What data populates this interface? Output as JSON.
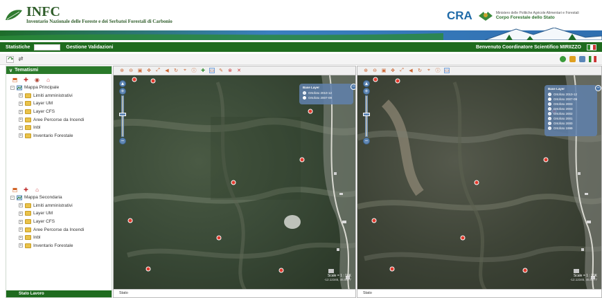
{
  "header": {
    "logo_title": "INFC",
    "logo_subtitle": "Inventario Nazionale delle Foreste e dei Serbatoi Forestali di Carbonio",
    "partner_logo": "CRA",
    "partner_small": "Ministero delle Politiche Agricole Alimentari e Forestali",
    "partner_big": "Corpo Forestale dello Stato"
  },
  "nav": {
    "item1": "Statistiche",
    "item2": "Gestione Validazioni",
    "welcome": "Benvenuto Coordinatore Scientifico MIRIIZZO"
  },
  "left_panel": {
    "title": "Tematismi",
    "primary_root": "Mappa Principale",
    "primary_items": [
      "Limiti amministrativi",
      "Layer UM",
      "Layer CFS",
      "Aree Percorse da Incendi",
      "Inventario Forestale"
    ],
    "primary_items_mid": "Inbl",
    "secondary_root": "Mappa Secondaria",
    "secondary_items": [
      "Limiti amministrativi",
      "Layer UM",
      "Layer CFS",
      "Aree Percorse da Incendi",
      "Inbl",
      "Inventario Forestale"
    ],
    "footer": "Stato Lavoro"
  },
  "map_left": {
    "layer_title": "Base Layer",
    "layers": [
      "Ortofoto 2010-12",
      "Ortofoto 2007-09"
    ],
    "selected_index": 1,
    "scale": "Scale = 1 : 10K",
    "coords": "-12.12345, 46.5677",
    "status": "Stato"
  },
  "map_right": {
    "layer_title": "Base Layer",
    "layers": [
      "Ortofoto 2010-12",
      "Ortofoto 2007-09",
      "Ortofoto 2003",
      "Ortofoto 2003",
      "Ortofoto 2002",
      "Ortofoto 2001",
      "Ortofoto 2000",
      "Ortofoto 1999"
    ],
    "selected_index": 1,
    "scale": "Scale = 1 : 10K",
    "coords": "-12.12345, 46.5677",
    "status": "Stato"
  },
  "colors": {
    "nav_green": "#1e6b1e",
    "panel_green": "#2a7a2a",
    "brand_blue": "#1f6aa8"
  }
}
